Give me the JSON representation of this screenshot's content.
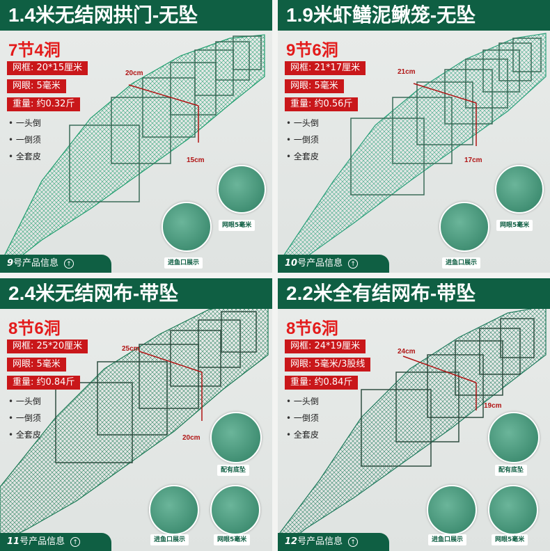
{
  "panels": [
    {
      "title": "1.4米无结网拱门-无坠",
      "sections": "7节4洞",
      "specs": [
        "网框: 20*15厘米",
        "网眼: 5毫米",
        "重量: 约0.32斤"
      ],
      "bullets": [
        "一头倒",
        "一倒须",
        "全套皮"
      ],
      "dims": [
        "20cm",
        "15cm"
      ],
      "insets": [
        "网眼5毫米",
        "进鱼口展示"
      ],
      "footer_num": "9",
      "footer_text": "号产品信息",
      "color": "#1f9e6e"
    },
    {
      "title": "1.9米虾鳝泥鳅笼-无坠",
      "sections": "9节6洞",
      "specs": [
        "网框: 21*17厘米",
        "网眼: 5毫米",
        "重量: 约0.56斤"
      ],
      "bullets": [
        "一头倒",
        "一倒须",
        "全套皮"
      ],
      "dims": [
        "21cm",
        "17cm"
      ],
      "insets": [
        "网眼5毫米",
        "进鱼口展示"
      ],
      "footer_num": "10",
      "footer_text": "号产品信息",
      "color": "#2aa07a"
    },
    {
      "title": "2.4米无结网布-带坠",
      "sections": "8节6洞",
      "specs": [
        "网框: 25*20厘米",
        "网眼: 5毫米",
        "重量: 约0.84斤"
      ],
      "bullets": [
        "一头倒",
        "一倒须",
        "全套皮"
      ],
      "dims": [
        "25cm",
        "20cm"
      ],
      "insets": [
        "配有底坠",
        "进鱼口展示",
        "网眼5毫米"
      ],
      "footer_num": "11",
      "footer_text": "号产品信息",
      "color": "#1b7a55"
    },
    {
      "title": "2.2米全有结网布-带坠",
      "sections": "8节6洞",
      "specs": [
        "网框: 24*19厘米",
        "网眼: 5毫米/3股线",
        "重量: 约0.84斤"
      ],
      "bullets": [
        "一头倒",
        "一倒须",
        "全套皮"
      ],
      "dims": [
        "24cm",
        "19cm"
      ],
      "insets": [
        "配有底坠",
        "进鱼口展示",
        "网眼5毫米"
      ],
      "footer_num": "12",
      "footer_text": "号产品信息",
      "color": "#1e7a5c"
    }
  ],
  "colors": {
    "header": "#0f5f43",
    "spec_bg": "#c9171a",
    "sections": "#e31b1b",
    "dim": "#b01414"
  },
  "icons": {
    "footer": "arrow-up-circle-icon"
  }
}
